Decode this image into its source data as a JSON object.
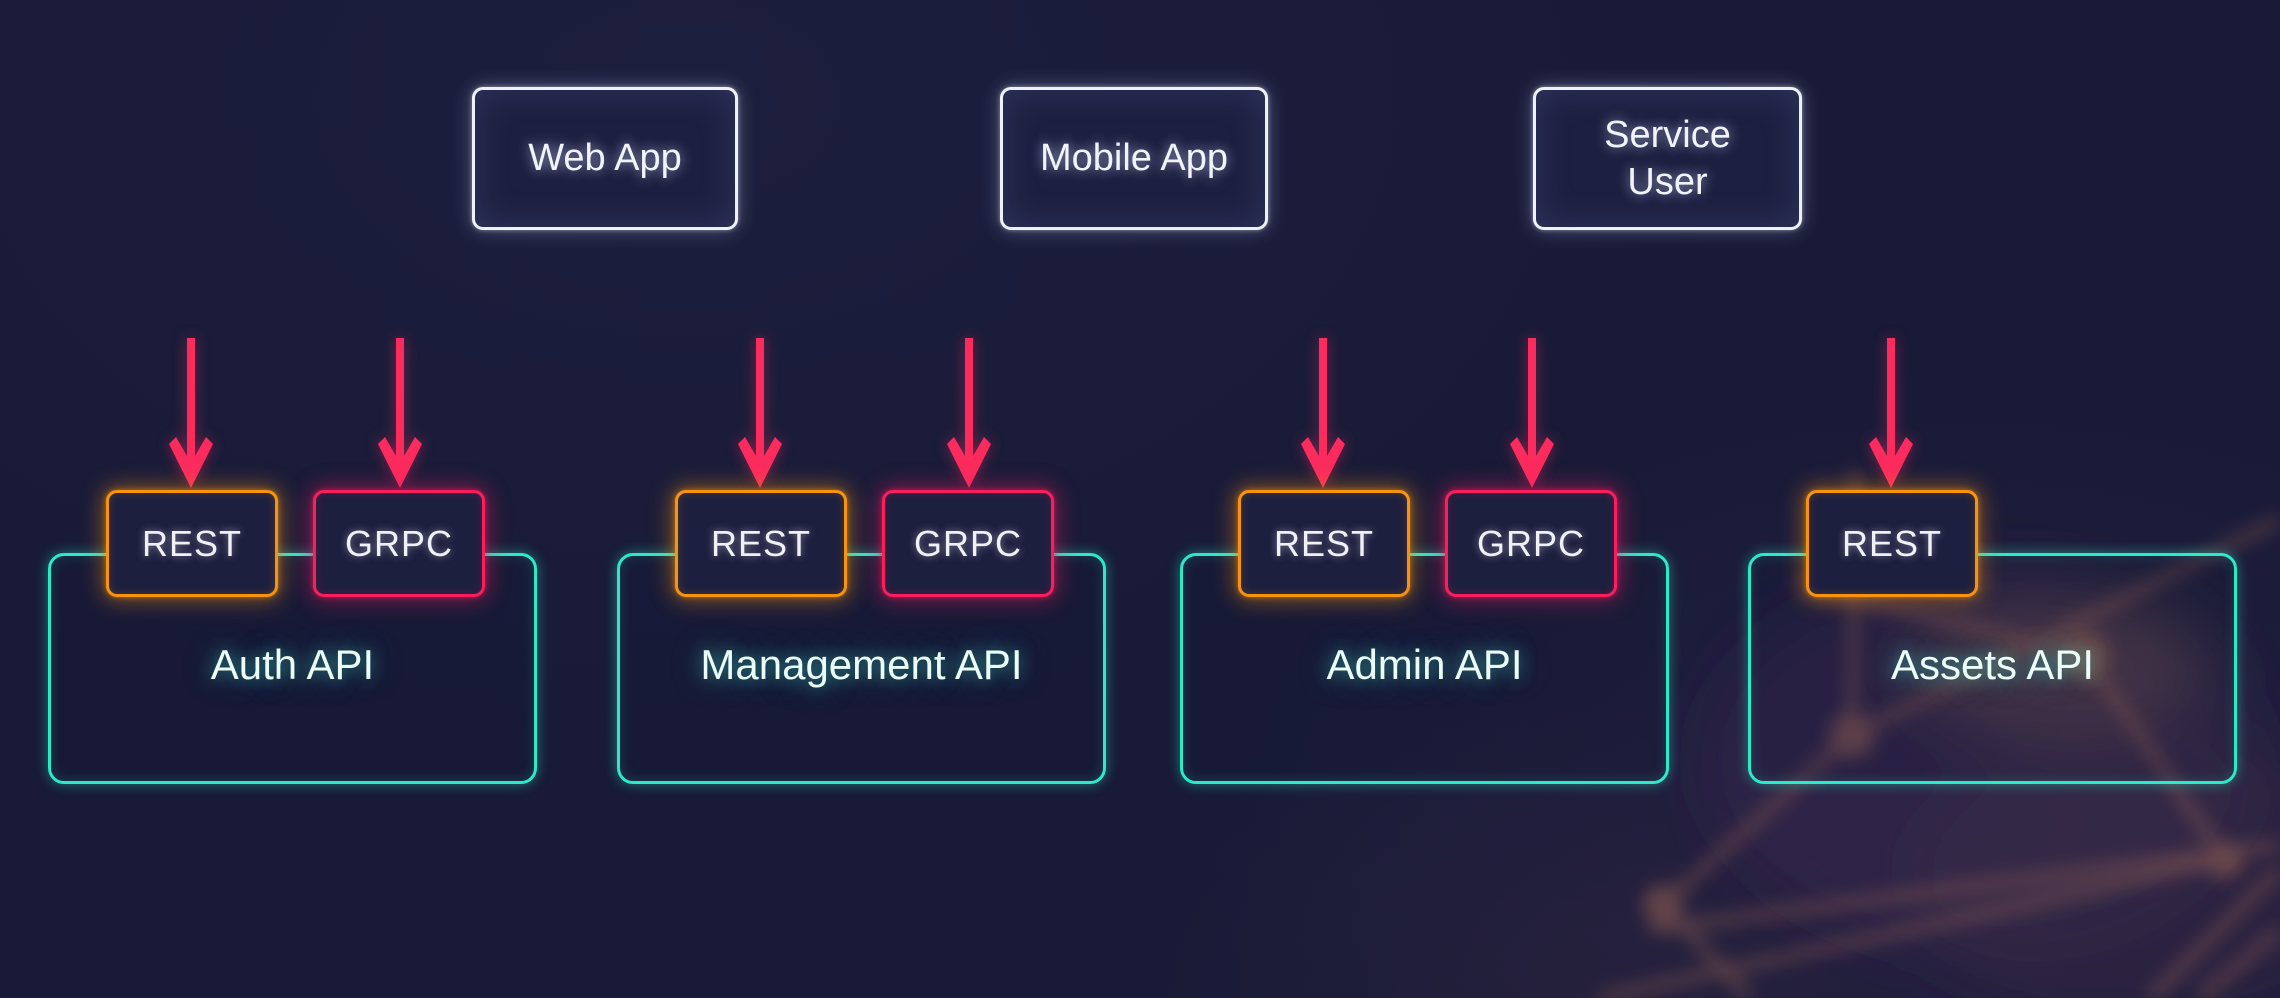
{
  "clients": [
    {
      "label": "Web App"
    },
    {
      "label": "Mobile App"
    },
    {
      "label": "Service User"
    }
  ],
  "apis": [
    {
      "label": "Auth API",
      "protocols": [
        "REST",
        "GRPC"
      ]
    },
    {
      "label": "Management API",
      "protocols": [
        "REST",
        "GRPC"
      ]
    },
    {
      "label": "Admin API",
      "protocols": [
        "REST",
        "GRPC"
      ]
    },
    {
      "label": "Assets API",
      "protocols": [
        "REST"
      ]
    }
  ],
  "colors": {
    "background": "#181a37",
    "client_border": "#eff1f8",
    "api_border": "#2ce9c7",
    "rest_border": "#f8930d",
    "grpc_border": "#fb1d5d",
    "arrow": "#fb2b5e"
  }
}
